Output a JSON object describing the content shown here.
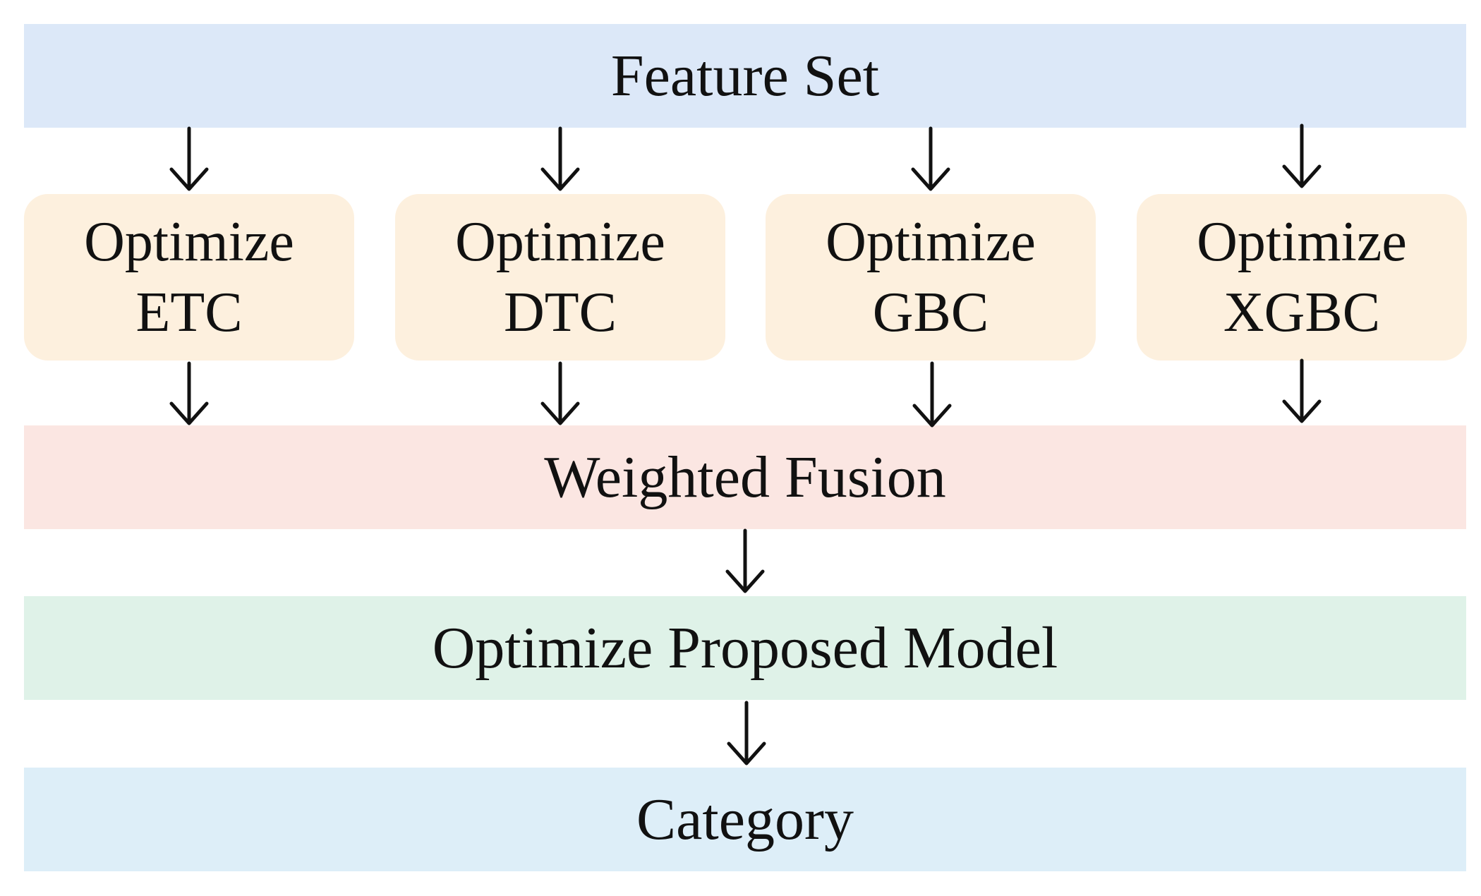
{
  "colors": {
    "feature_set": "#dce8f8",
    "optimize_models": "#fdf0de",
    "weighted_fusion": "#fbe6e2",
    "proposed_model": "#dff2e8",
    "category": "#ddeef8",
    "arrow": "#111111"
  },
  "feature_set": {
    "label": "Feature Set"
  },
  "models": [
    {
      "line1": "Optimize",
      "line2": "ETC"
    },
    {
      "line1": "Optimize",
      "line2": "DTC"
    },
    {
      "line1": "Optimize",
      "line2": "GBC"
    },
    {
      "line1": "Optimize",
      "line2": "XGBC"
    }
  ],
  "weighted_fusion": {
    "label": "Weighted Fusion"
  },
  "proposed_model": {
    "label": "Optimize Proposed Model"
  },
  "category": {
    "label": "Category"
  }
}
